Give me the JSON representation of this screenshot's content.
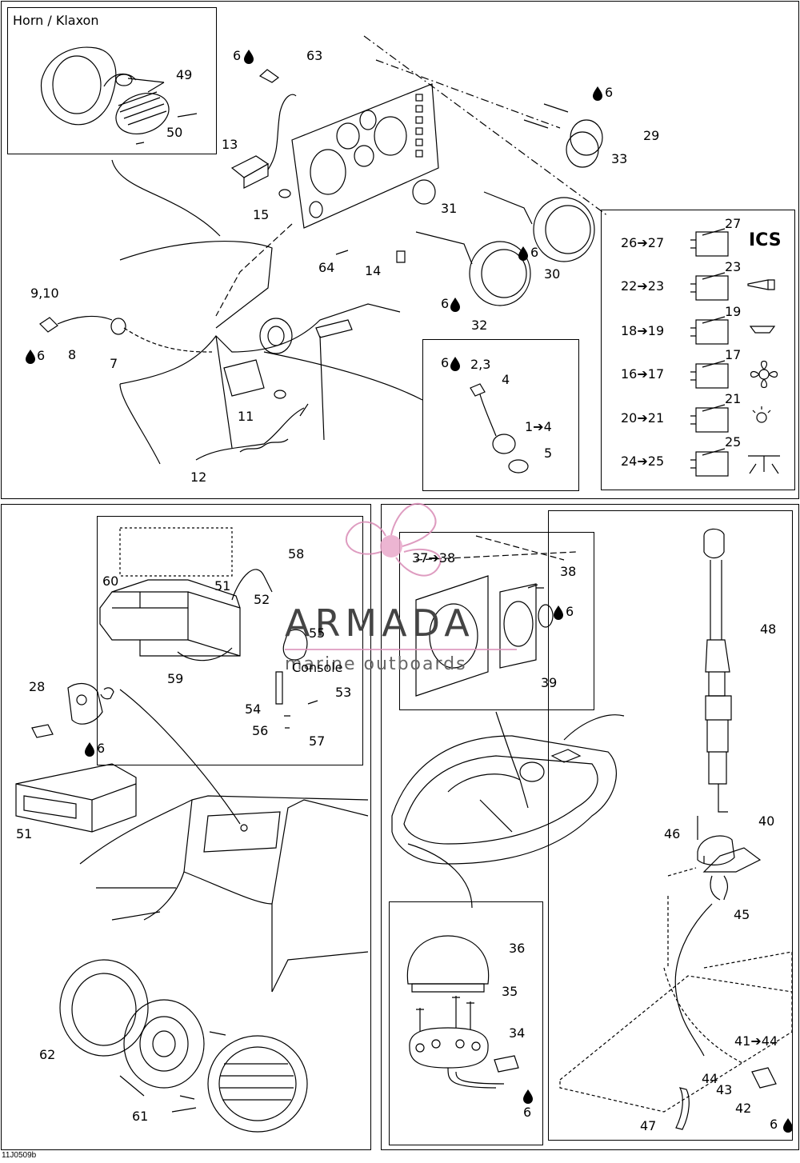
{
  "diagram_code": "11J0509b",
  "horn_inset_title": "Horn  / Klaxon",
  "watermark": {
    "brand": "ARMADA",
    "tagline": "marine outboards"
  },
  "console_label": "Console",
  "ics_label": "ICS",
  "labels": {
    "l49": "49",
    "l50": "50",
    "l6a": "6",
    "l63": "63",
    "l13": "13",
    "l15": "15",
    "l64": "64",
    "l14": "14",
    "l31": "31",
    "l910": "9,10",
    "l6b": "6",
    "l8": "8",
    "l7": "7",
    "l11": "11",
    "l12": "12",
    "l6c": "6",
    "l29": "29",
    "l33": "33",
    "l6d": "6",
    "l30": "30",
    "l6e": "6",
    "l32": "32",
    "l6f": "6",
    "l23s": "2,3",
    "l4": "4",
    "l14b": "1➔4",
    "l5": "5",
    "r2627": "26➔27",
    "r27": "27",
    "r2223": "22➔23",
    "r23": "23",
    "r1819": "18➔19",
    "r19": "19",
    "r1617": "16➔17",
    "r17": "17",
    "r2021": "20➔21",
    "r21": "21",
    "r2425": "24➔25",
    "r25": "25",
    "l60": "60",
    "l51a": "51",
    "l58": "58",
    "l52": "52",
    "l55": "55",
    "l59": "59",
    "l54": "54",
    "l53": "53",
    "l56": "56",
    "l57": "57",
    "l28": "28",
    "l6g": "6",
    "l51b": "51",
    "l62": "62",
    "l61": "61",
    "l3738": "37➔38",
    "l38": "38",
    "l6h": "6",
    "l39": "39",
    "l36": "36",
    "l35": "35",
    "l34": "34",
    "l6i": "6",
    "l48": "48",
    "l46": "46",
    "l40": "40",
    "l45": "45",
    "l4144": "41➔44",
    "l44": "44",
    "l43": "43",
    "l42": "42",
    "l6j": "6",
    "l47": "47"
  },
  "colors": {
    "line": "#000000",
    "watermark": "#d98bb6"
  }
}
